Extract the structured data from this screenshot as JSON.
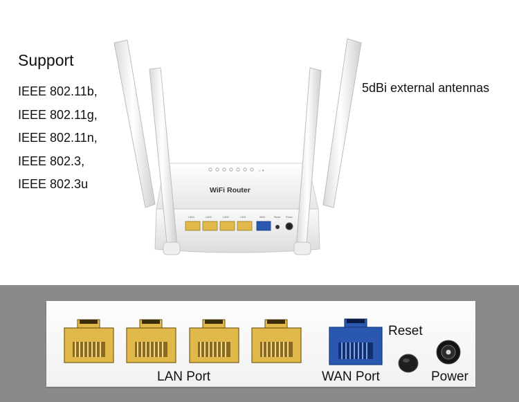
{
  "support": {
    "title": "Support",
    "standards": [
      "IEEE 802.11b,",
      "IEEE 802.11g,",
      "IEEE 802.11n,",
      "IEEE 802.3,",
      "IEEE 802.3u"
    ]
  },
  "antenna_note": "5dBi external antennas",
  "router": {
    "brand_label": "WiFi Router",
    "back_labels": [
      "LAN4",
      "LAN3",
      "LAN2",
      "LAN1",
      "WAN",
      "Reset",
      "Power"
    ]
  },
  "ports": {
    "lan_label": "LAN Port",
    "wan_label": "WAN Port",
    "reset_label": "Reset",
    "power_label": "Power"
  },
  "colors": {
    "lan_port": "#e0b94a",
    "wan_port": "#2a58b0",
    "band": "#8a8a8a"
  }
}
